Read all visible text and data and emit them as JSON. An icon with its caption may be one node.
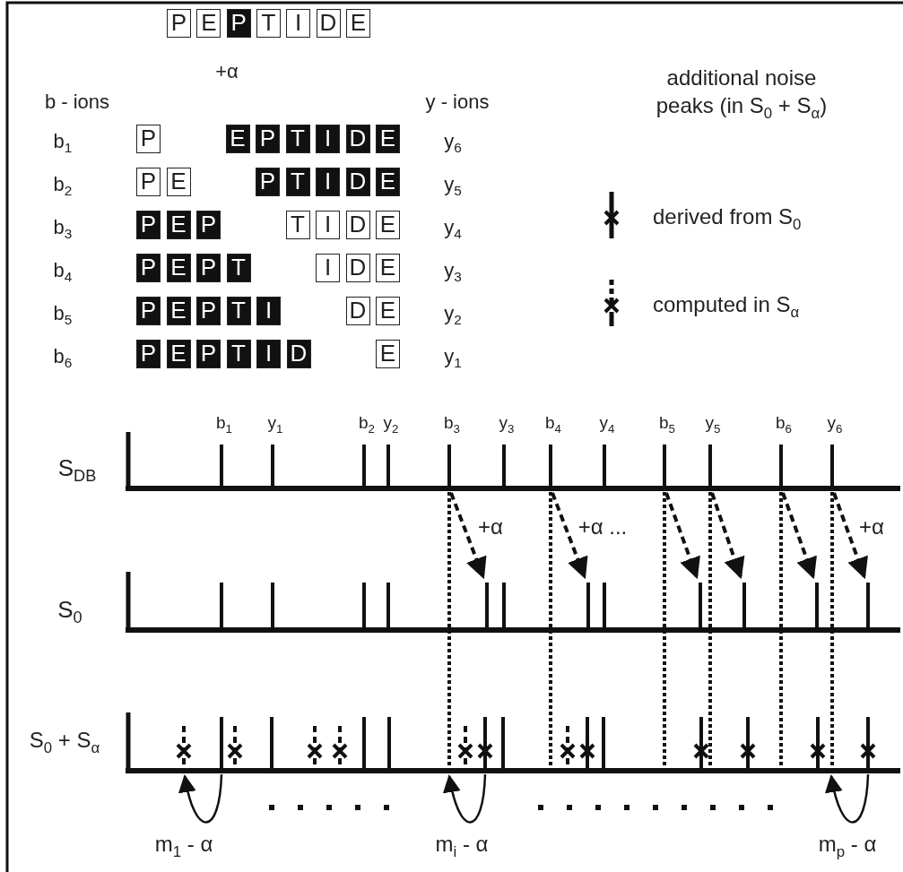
{
  "diagram": {
    "nodes": [
      {
        "text": [
          "P"
        ]
      },
      {
        "text": [
          "E"
        ]
      },
      {
        "text": [
          "P"
        ]
      },
      {
        "text": [
          "T"
        ]
      },
      {
        "text": [
          "I"
        ]
      },
      {
        "text": [
          "D"
        ]
      },
      {
        "text": [
          "E"
        ]
      },
      {
        "text": [
          "P"
        ]
      },
      {
        "text": [
          "E"
        ]
      },
      {
        "text": [
          "P"
        ]
      },
      {
        "text": [
          "T"
        ]
      },
      {
        "text": [
          "I"
        ]
      },
      {
        "text": [
          "D"
        ]
      },
      {
        "text": [
          "E"
        ]
      },
      {
        "text": [
          "P"
        ]
      },
      {
        "text": [
          "E"
        ]
      },
      {
        "text": [
          "P"
        ]
      },
      {
        "text": [
          "T"
        ]
      },
      {
        "text": [
          "I"
        ]
      },
      {
        "text": [
          "D"
        ]
      },
      {
        "text": [
          "E"
        ]
      },
      {
        "text": [
          "P"
        ]
      },
      {
        "text": [
          "E"
        ]
      },
      {
        "text": [
          "P"
        ]
      },
      {
        "text": [
          "T"
        ]
      },
      {
        "text": [
          "I"
        ]
      },
      {
        "text": [
          "D"
        ]
      },
      {
        "text": [
          "E"
        ]
      },
      {
        "text": [
          "P"
        ]
      },
      {
        "text": [
          "E"
        ]
      },
      {
        "text": [
          "P"
        ]
      },
      {
        "text": [
          "T"
        ]
      },
      {
        "text": [
          "I"
        ]
      },
      {
        "text": [
          "D"
        ]
      },
      {
        "text": [
          "E"
        ]
      },
      {
        "text": [
          "P"
        ]
      },
      {
        "text": [
          "E"
        ]
      },
      {
        "text": [
          "P"
        ]
      },
      {
        "text": [
          "T"
        ]
      },
      {
        "text": [
          "I"
        ]
      },
      {
        "text": [
          "D"
        ]
      },
      {
        "text": [
          "E"
        ]
      },
      {
        "text": [
          "P"
        ]
      },
      {
        "text": [
          "E"
        ]
      },
      {
        "text": [
          "P"
        ]
      },
      {
        "text": [
          "T"
        ]
      },
      {
        "text": [
          "I"
        ]
      },
      {
        "text": [
          "D"
        ]
      },
      {
        "text": [
          "E"
        ]
      }
    ],
    "labels": [
      "+α",
      "additional noise peaks (in S$_{0}$ + S$_{α}$)",
      "b - ions",
      "y - ions",
      "b$_{1}$",
      "y$_{6}$",
      "b$_{2}$",
      "y$_{5}$",
      "b$_{3}$",
      "y$_{4}$",
      "b$_{4}$",
      "y$_{3}$",
      "b$_{5}$",
      "y$_{2}$",
      "b$_{6}$",
      "y$_{1}$",
      "b$_{1}$",
      "y$_{1}$",
      "b$_{2}$",
      "y$_{2}$",
      "b$_{3}$",
      "y$_{3}$",
      "b$_{4}$",
      "y$_{4}$",
      "b$_{5}$",
      "y$_{5}$",
      "b$_{6}$",
      "y$_{6}$",
      "S$_{DB}$",
      "+α",
      "+α ...",
      "+α",
      "S$_{0}$",
      "S$_{0}$ + S$_{α}$",
      "m$_{1}$ - α",
      "m$_{i}$ - α",
      "m$_{p}$ - α"
    ],
    "legend": [
      {
        "text": "derived from S$_{0}$"
      },
      {
        "text": "computed in S$_{α}$"
      }
    ]
  }
}
